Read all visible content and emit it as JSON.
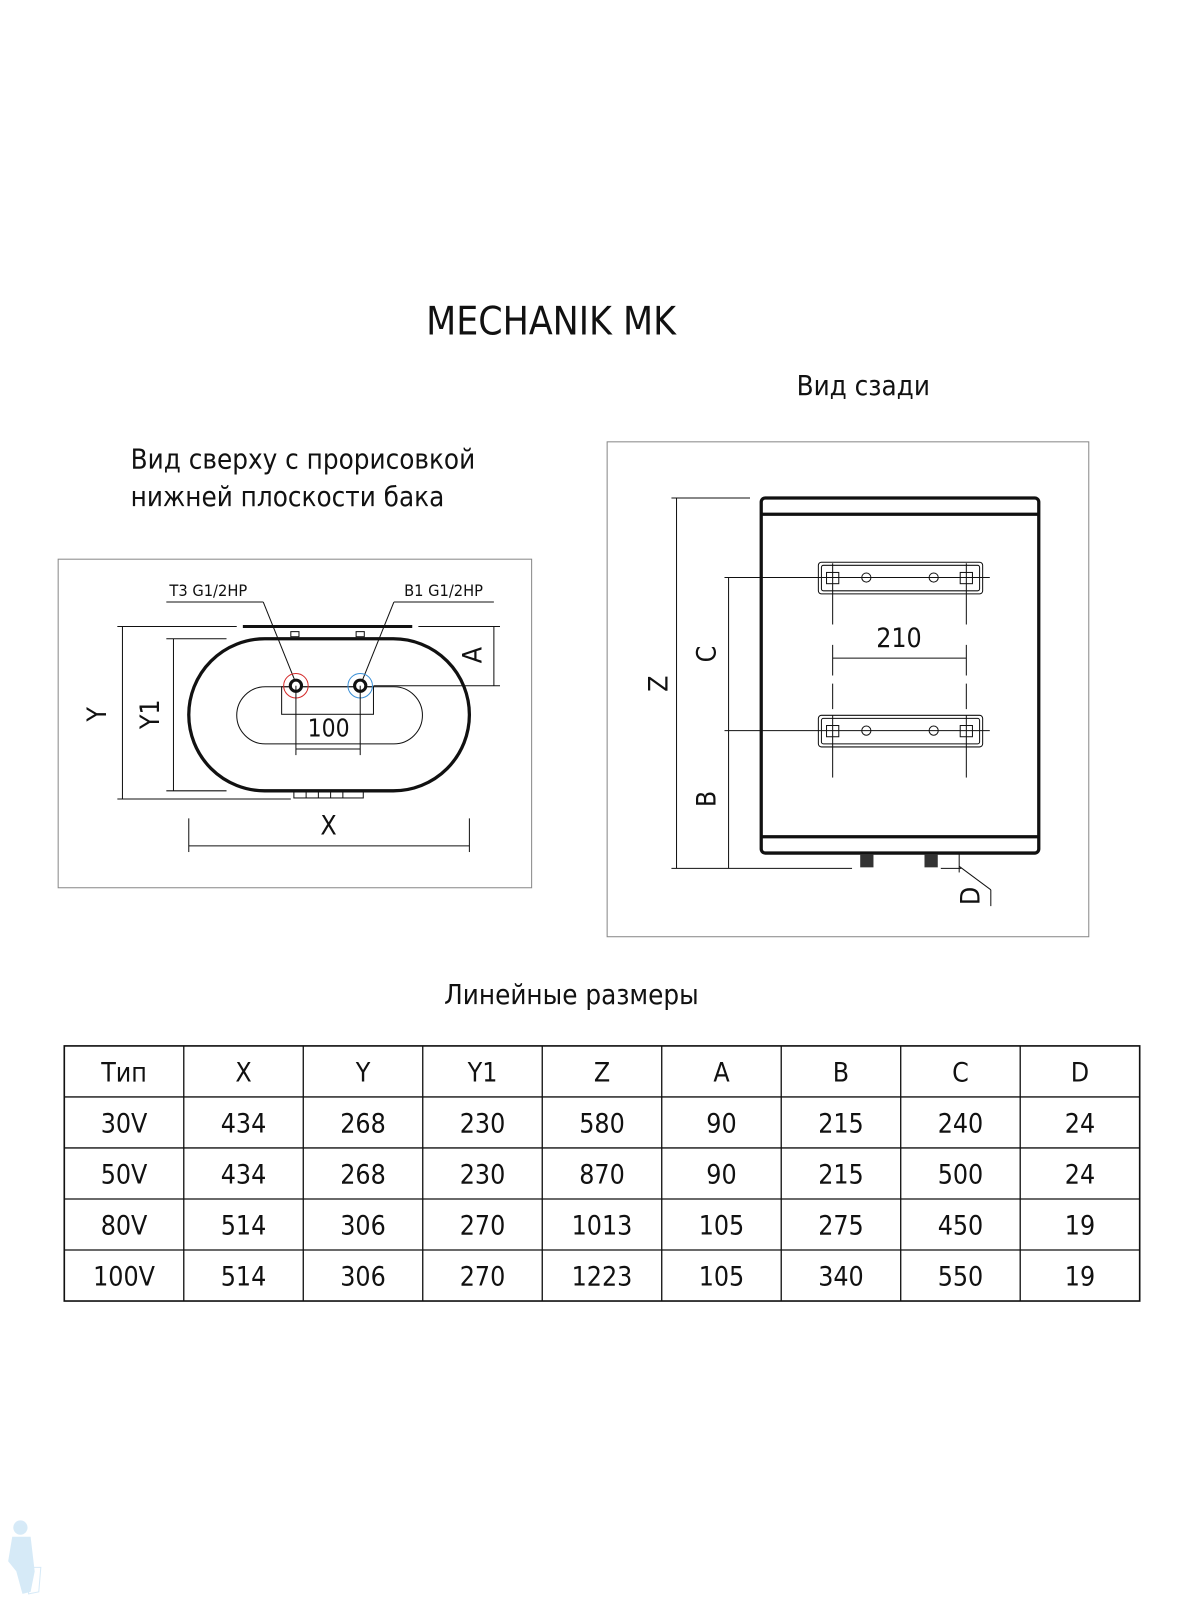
{
  "title": "MECHANIK MK",
  "top_view": {
    "caption_line1": "Вид сверху с прорисовкой",
    "caption_line2": "нижней плоскости бака",
    "hot_outlet_label": "Т3 G1/2НР",
    "cold_inlet_label": "В1 G1/2НР",
    "pipe_spacing": "100",
    "dim_x": "X",
    "dim_y": "Y",
    "dim_y1": "Y1",
    "dim_a": "A",
    "hot_color": "#d42a2a",
    "cold_color": "#3a8fd6"
  },
  "rear_view": {
    "caption": "Вид сзади",
    "bracket_spacing": "210",
    "dim_z": "Z",
    "dim_c": "C",
    "dim_b": "B",
    "dim_d": "D"
  },
  "table": {
    "caption": "Линейные размеры",
    "headers": [
      "Тип",
      "X",
      "Y",
      "Y1",
      "Z",
      "A",
      "B",
      "C",
      "D"
    ],
    "rows": [
      [
        "30V",
        "434",
        "268",
        "230",
        "580",
        "90",
        "215",
        "240",
        "24"
      ],
      [
        "50V",
        "434",
        "268",
        "230",
        "870",
        "90",
        "215",
        "500",
        "24"
      ],
      [
        "80V",
        "514",
        "306",
        "270",
        "1013",
        "105",
        "275",
        "450",
        "19"
      ],
      [
        "100V",
        "514",
        "306",
        "270",
        "1223",
        "105",
        "340",
        "550",
        "19"
      ]
    ]
  }
}
